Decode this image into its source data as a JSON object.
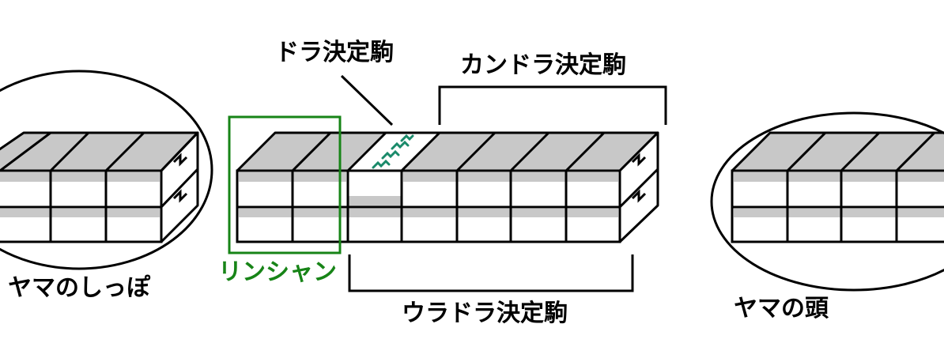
{
  "labels": {
    "yama_tail": "ヤマのしっぽ",
    "dora_indicator": "ドラ決定駒",
    "kan_dora_indicator": "カンドラ決定駒",
    "rinshan": "リンシャン",
    "ura_dora_indicator": "ウラドラ決定駒",
    "yama_head": "ヤマの頭"
  },
  "colors": {
    "tile_top": "#c8c8c8",
    "tile_face": "#ffffff",
    "tile_stripe": "#c8c8c8",
    "outline": "#000000",
    "rinshan": "#178417",
    "dora_tile_mark": "#1a8a6a"
  }
}
